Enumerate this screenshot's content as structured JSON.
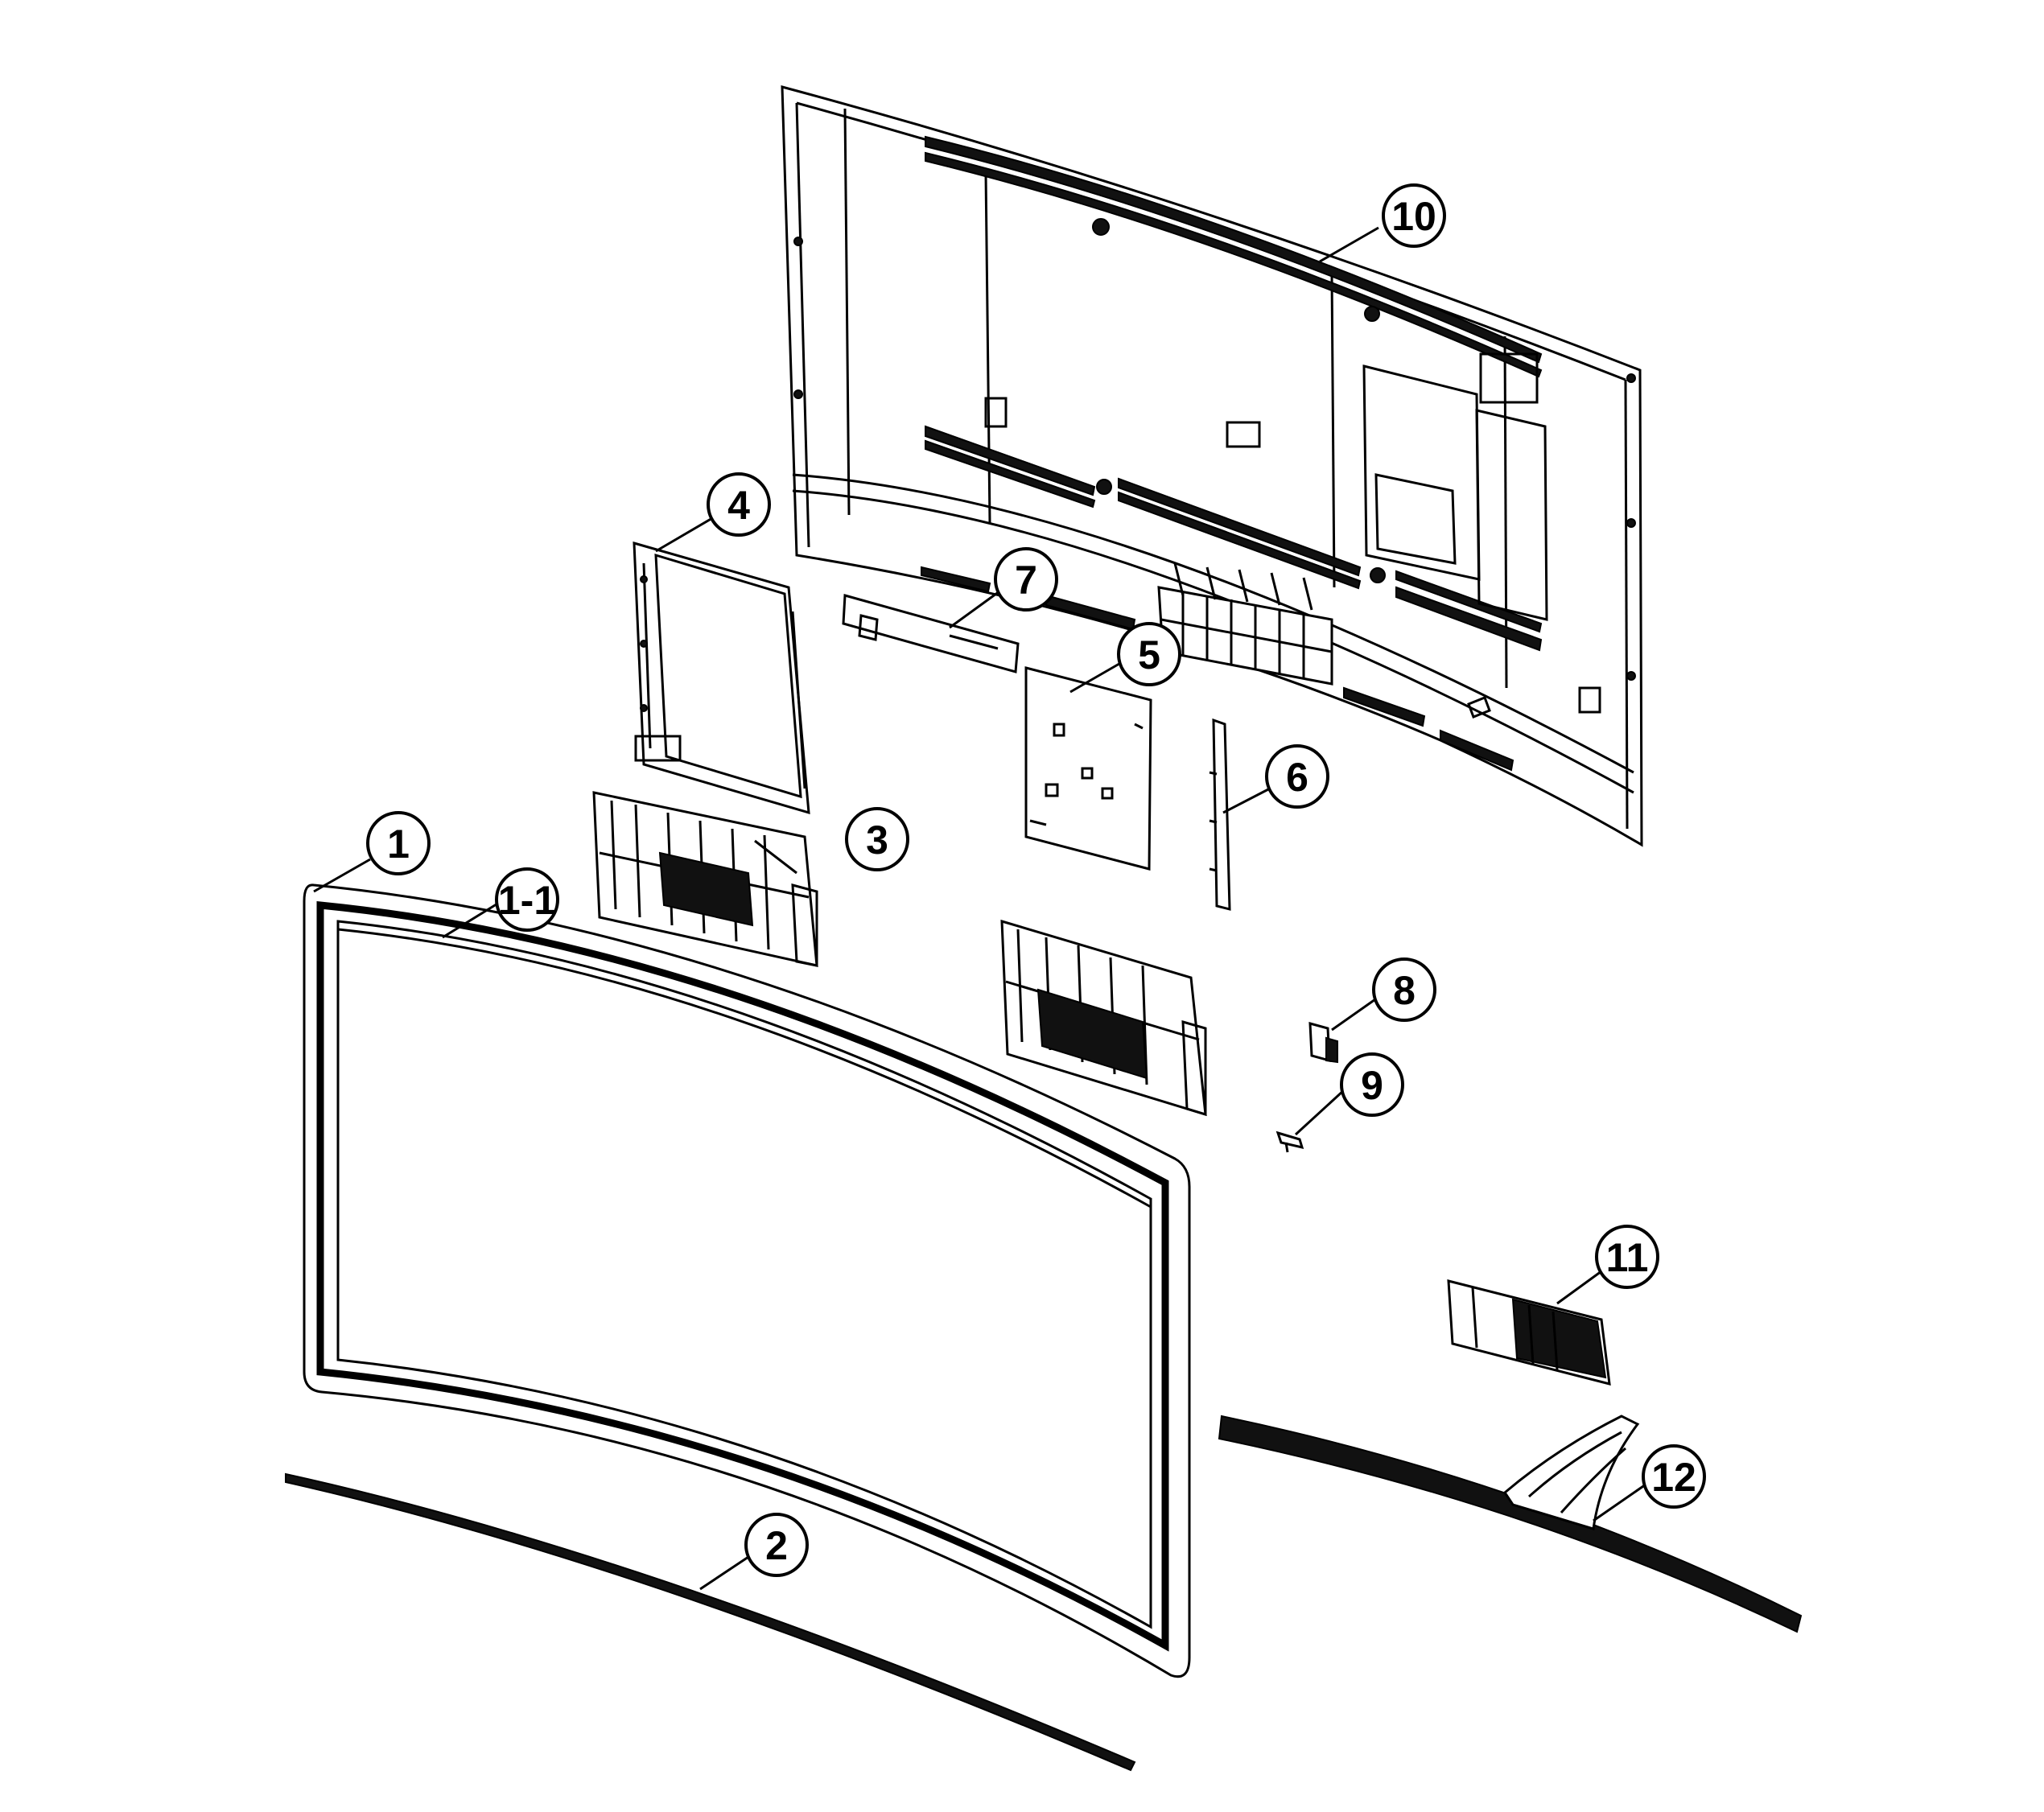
{
  "callouts": {
    "c1": "1",
    "c1_1": "1-1",
    "c2": "2",
    "c3": "3",
    "c4": "4",
    "c5": "5",
    "c6": "6",
    "c7": "7",
    "c8": "8",
    "c9": "9",
    "c10": "10",
    "c11": "11",
    "c12": "12"
  }
}
